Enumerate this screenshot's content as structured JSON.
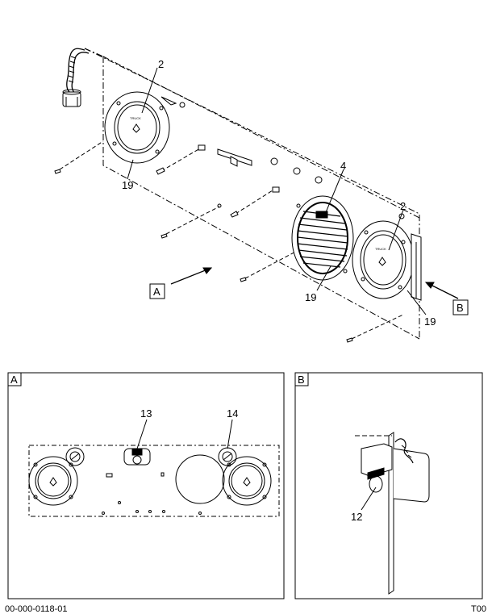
{
  "callouts": {
    "top_2_left": "2",
    "top_19_left": "19",
    "top_4": "4",
    "top_2_right": "2",
    "top_19_center": "19",
    "top_19_right": "19",
    "detail_13": "13",
    "detail_14": "14",
    "detail_12": "12"
  },
  "view_labels": {
    "a_arrow": "A",
    "b_arrow": "B",
    "a_box": "A",
    "b_box": "B"
  },
  "footer": {
    "left_code": "00-000-0118-01",
    "right_code": "T00"
  }
}
